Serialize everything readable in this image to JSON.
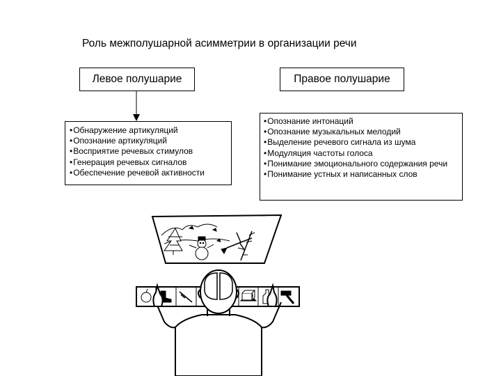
{
  "title": "Роль межполушарной асимметрии в организации речи",
  "left_hemisphere": {
    "label": "Левое полушарие",
    "functions": [
      "Обнаружение артикуляций",
      "Опознание артикуляций",
      "Восприятие речевых стимулов",
      "Генерация речевых сигналов",
      "Обеспечение речевой активности"
    ]
  },
  "right_hemisphere": {
    "label": "Правое полушарие",
    "functions": [
      "Опознание интонаций",
      "Опознание музыкальных мелодий",
      "Выделение речевого сигнала из шума",
      "Модуляция частоты голоса",
      "Понимание эмоционального содержания речи",
      "Понимание устных и написанных слов"
    ]
  },
  "bullet": "•",
  "illustration": {
    "screen_scene": [
      "tree-icon",
      "snowman-icon",
      "bird-icon",
      "branch-icon"
    ],
    "object_panel": [
      "apple-icon",
      "boot-icon",
      "knife-icon",
      "hat-icon",
      "box-icon",
      "bottle-icon",
      "hammer-icon"
    ]
  }
}
